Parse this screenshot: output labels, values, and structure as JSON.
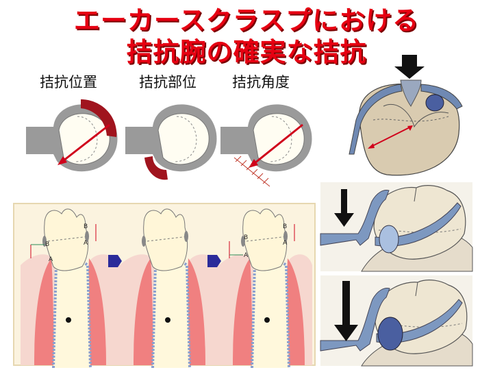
{
  "title": {
    "line1": "エーカースクラスプにおける",
    "line2": "拮抗腕の確実な拮抗"
  },
  "labels": {
    "position": "拮抗位置",
    "part": "拮抗部位",
    "angle": "拮抗角度"
  },
  "tooth_markers": {
    "a": "A",
    "b": "B"
  },
  "colors": {
    "title_red": "#e60012",
    "clasp_gray": "#9a9a9a",
    "arrow_red": "#d0021b",
    "gum_pink": "#f08080",
    "clasp_blue": "#7d98c0",
    "navy_arrow": "#2b2b9a",
    "panel_beige": "#fbf3df"
  }
}
